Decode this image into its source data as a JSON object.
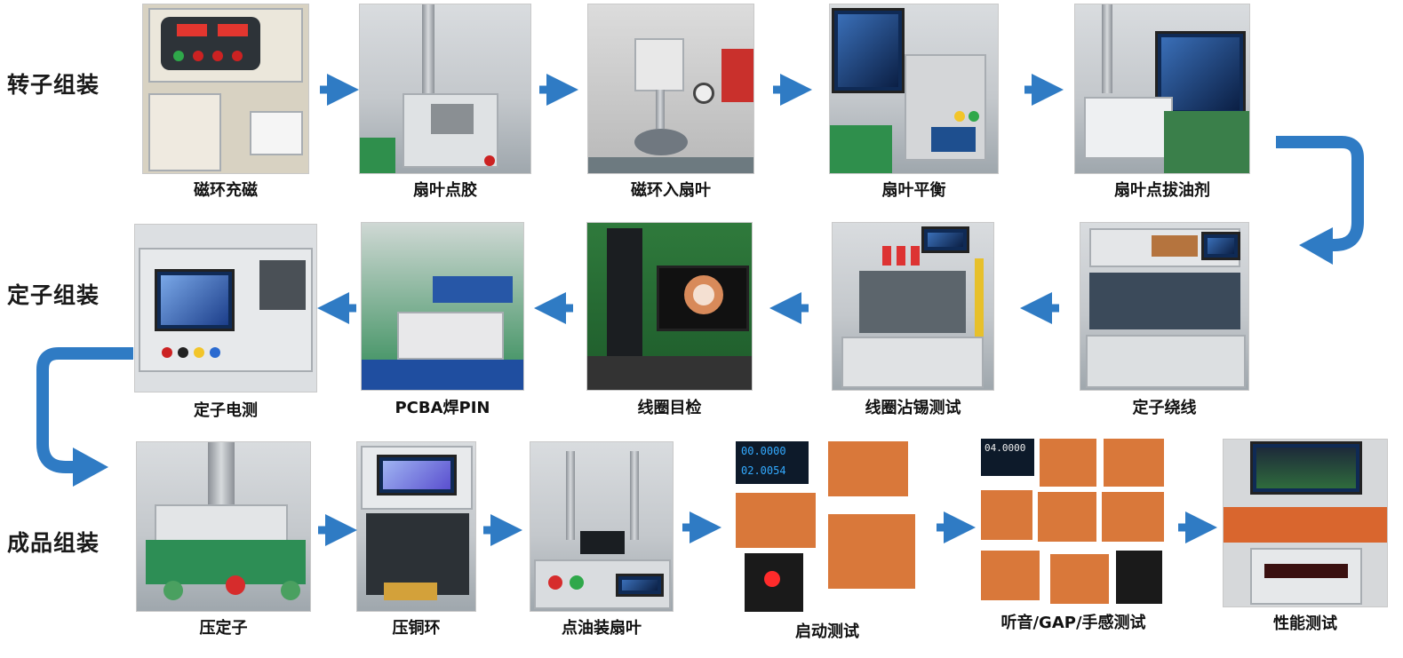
{
  "sections": {
    "rotor": "转子组装",
    "stator": "定子组装",
    "final": "成品组装"
  },
  "steps": {
    "magnetize": "磁环充磁",
    "blade_glue": "扇叶点胶",
    "ring_into_blade": "磁环入扇叶",
    "blade_balance": "扇叶平衡",
    "blade_oil_agent": "扇叶点拔油剂",
    "stator_winding": "定子绕线",
    "coil_tin_test": "线圈沾锡测试",
    "coil_visual": "线圈目检",
    "pcba_pin": "PCBA焊PIN",
    "stator_electrical": "定子电测",
    "press_stator": "压定子",
    "press_copper_ring": "压铜环",
    "oil_assemble_blade": "点油装扇叶",
    "startup_test": "启动测试",
    "sound_gap_touch": "听音/GAP/手感测试",
    "performance_test": "性能测试"
  },
  "screen_texts": {
    "startup_reading_1": "00.0000",
    "startup_reading_2": "02.0054",
    "sound_reading": "04.0000"
  },
  "colors": {
    "arrow": "#2f7bc4",
    "caption": "#111111",
    "section": "#1a1a1a"
  },
  "icons": {
    "flow_arrow": "arrow-right-icon",
    "flow_arrow_left": "arrow-left-icon",
    "turn_arrow": "curved-arrow-icon"
  }
}
